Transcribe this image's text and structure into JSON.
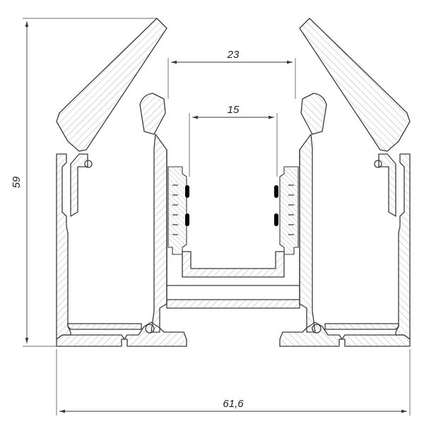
{
  "dimensions": {
    "height": "59",
    "inner_width_top": "23",
    "inner_width_bottom": "15",
    "total_width": "61,6"
  },
  "colors": {
    "line": "#3a3a3a",
    "hatch": "#9a9a9a",
    "contact": "#000000",
    "background": "#ffffff"
  }
}
